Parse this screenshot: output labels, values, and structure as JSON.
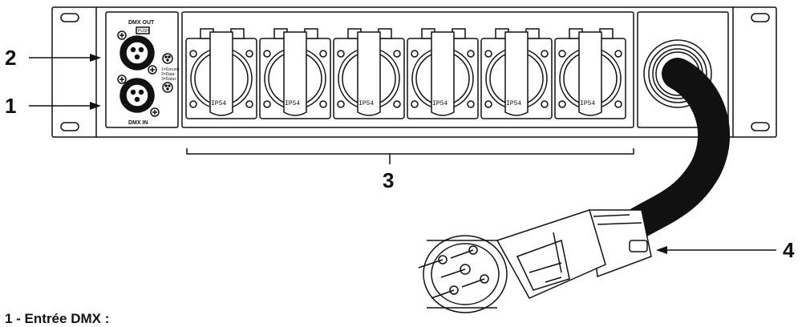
{
  "callouts": {
    "c1": "1",
    "c2": "2",
    "c3": "3",
    "c4": "4"
  },
  "panel": {
    "dmx_out_label": "DMX OUT",
    "dmx_in_label": "DMX IN",
    "press_label": "PUSH",
    "pin_legend": [
      "1=Ground",
      "2=Data-",
      "3=Data+"
    ]
  },
  "sockets": {
    "rating": "IP54",
    "count": 6
  },
  "caption": {
    "text": "1 - Entrée DMX :"
  },
  "colors": {
    "line": "#111111",
    "fill": "#ffffff",
    "cable": "#111111"
  }
}
